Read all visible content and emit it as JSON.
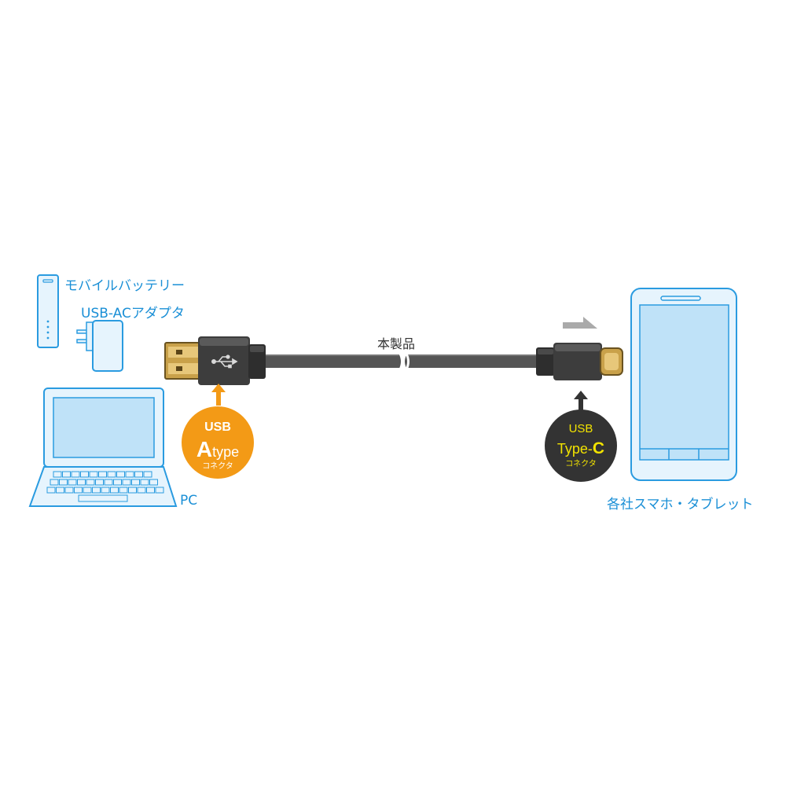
{
  "colors": {
    "device_outline": "#2a9be0",
    "device_fill": "#e6f4fd",
    "screen_fill": "#bfe2f8",
    "cable": "#555555",
    "connector_dark": "#3d3d3d",
    "metal_gold": "#c9a14a",
    "metal_silver": "#b8b8b8",
    "badge_a": "#f39a16",
    "badge_c": "#333333",
    "badge_c_text": "#f2e300",
    "arrow_gray": "#aaaaaa"
  },
  "devices_left": {
    "battery_label": "モバイルバッテリー",
    "adapter_label": "USB-ACアダプタ",
    "pc_label": "PC"
  },
  "devices_right": {
    "phone_label": "各社スマホ・タブレット"
  },
  "cable": {
    "product_label": "本製品"
  },
  "badge_a": {
    "line1": "USB",
    "big_letter": "A",
    "type_word": "type",
    "sub": "コネクタ"
  },
  "badge_c": {
    "line1": "USB",
    "type_word": "Type-",
    "big_letter": "C",
    "sub": "コネクタ"
  },
  "icons": [
    "mobile-battery-icon",
    "ac-adapter-icon",
    "laptop-icon",
    "smartphone-icon",
    "usb-symbol-icon",
    "up-arrow-icon",
    "right-arrow-icon"
  ]
}
